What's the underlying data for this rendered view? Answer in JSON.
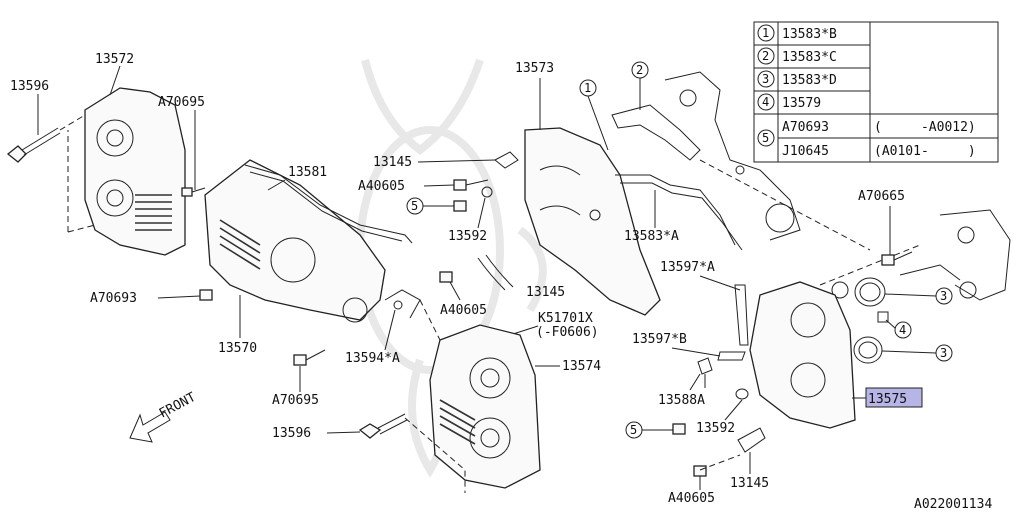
{
  "labels": {
    "p13572": "13572",
    "p13596_a": "13596",
    "pA70695_a": "A70695",
    "p13581": "13581",
    "pA70693": "A70693",
    "p13570": "13570",
    "p13594A": "13594*A",
    "pA70695_b": "A70695",
    "p13596_b": "13596",
    "p13573": "13573",
    "p13145_a": "13145",
    "pA40605_a": "A40605",
    "p13592_a": "13592",
    "p13145_b": "13145",
    "pA40605_b": "A40605",
    "pK51701X": "K51701X",
    "pF0606": "(-F0606)",
    "p13574": "13574",
    "p13583A": "13583*A",
    "p13597A": "13597*A",
    "p13597B": "13597*B",
    "p13588A": "13588A",
    "p13592_b": "13592",
    "p13145_c": "13145",
    "pA40605_c": "A40605",
    "pA70665": "A70665",
    "p13575": "13575",
    "front": "FRONT",
    "diagram_id": "A022001134"
  },
  "callouts": {
    "c1": "1",
    "c2": "2",
    "c3a": "3",
    "c3b": "3",
    "c4": "4",
    "c5a": "5",
    "c5b": "5"
  },
  "legend": {
    "rows": [
      {
        "num": "1",
        "part": "13583*B",
        "range": ""
      },
      {
        "num": "2",
        "part": "13583*C",
        "range": ""
      },
      {
        "num": "3",
        "part": "13583*D",
        "range": ""
      },
      {
        "num": "4",
        "part": "13579",
        "range": ""
      },
      {
        "num": "5",
        "part": "A70693",
        "range": "(     -A0012)"
      },
      {
        "num": "",
        "part": "J10645",
        "range": "(A0101-     )"
      }
    ]
  },
  "highlight_color": "#b7b4e6"
}
